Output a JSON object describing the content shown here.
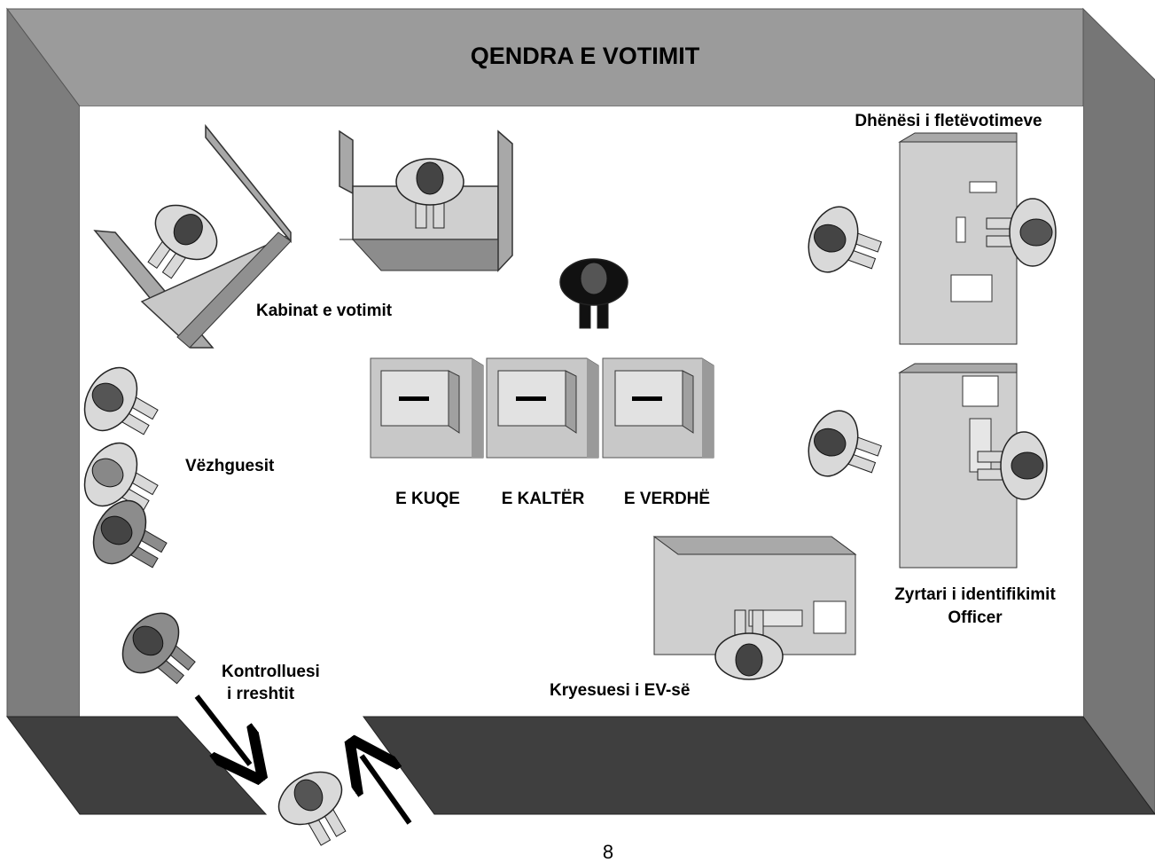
{
  "title": "QENDRA E VOTIMIT",
  "labels": {
    "booths": "Kabinat e votimit",
    "observers": "Vëzhguesit",
    "ballot_issuer": "Dhënësi i fletëvotimeve",
    "id_officer_line1": "Zyrtari i identifikimit",
    "id_officer_line2": "Officer",
    "chairperson": "Kryesuesi i EV-së",
    "queue_controller_line1": "Kontrolluesi",
    "queue_controller_line2": "i rreshtit"
  },
  "ballot_boxes": [
    {
      "label": "E KUQE"
    },
    {
      "label": "E KALTËR"
    },
    {
      "label": "E VERDHË"
    }
  ],
  "page_number": "8",
  "colors": {
    "wall_top": "#9b9b9b",
    "wall_side": "#767676",
    "wall_front": "#3f3f3f",
    "floor": "#ffffff",
    "table": "#c8c8c8",
    "person_light": "#d9d9d9",
    "person_dark": "#8c8c8c"
  }
}
